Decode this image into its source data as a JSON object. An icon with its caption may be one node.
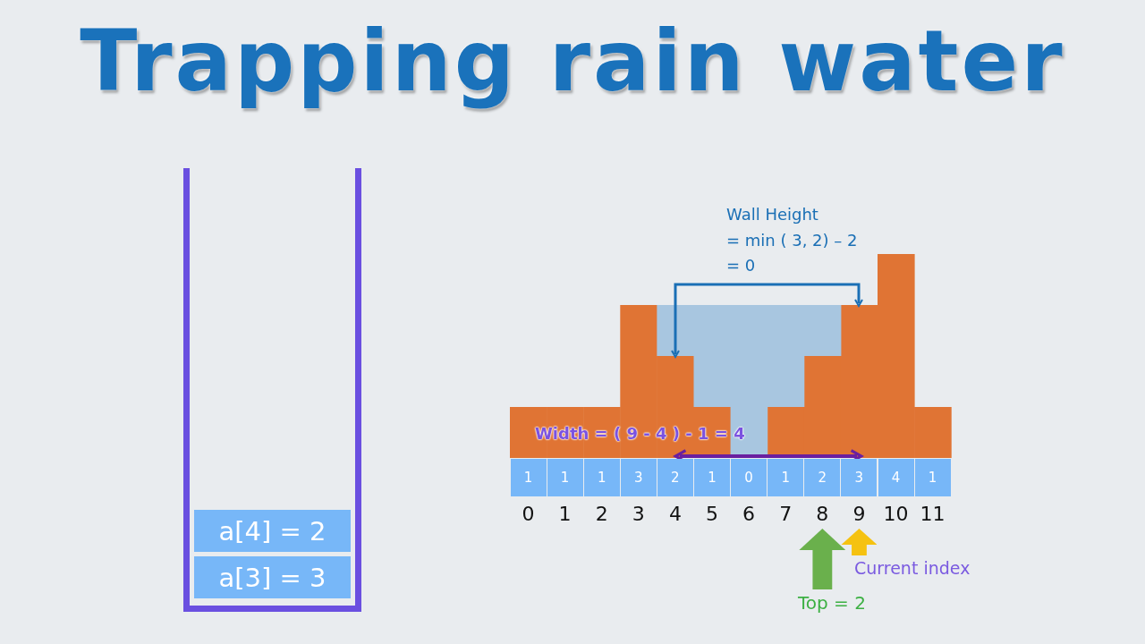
{
  "diagram": {
    "title": "Trapping rain water",
    "nodes": [
      {
        "text": [],
        "shape": "box"
      },
      {
        "text": [
          "a[4] = 2"
        ],
        "in": 0
      },
      {
        "text": [
          "a[3] = 3"
        ],
        "in": 0
      },
      {
        "text": [
          "0"
        ]
      },
      {
        "text": [
          "1"
        ]
      },
      {
        "text": [
          "2"
        ]
      },
      {
        "text": [
          "3"
        ]
      },
      {
        "text": [
          "4"
        ]
      },
      {
        "text": [
          "5"
        ]
      },
      {
        "text": [
          "6"
        ]
      },
      {
        "text": [
          "7"
        ]
      },
      {
        "text": [
          "8"
        ]
      },
      {
        "text": [
          "9"
        ]
      },
      {
        "text": [
          "10"
        ]
      },
      {
        "text": [
          "11"
        ]
      },
      {
        "text": [
          "Current index"
        ]
      },
      {
        "text": [
          "Top = 2"
        ]
      }
    ],
    "edges": [
      {
        "from": 16,
        "to": 11,
        "arrow": "to",
        "color": "#6ab04c"
      },
      {
        "from": 15,
        "to": 12,
        "arrow": "to",
        "color": "#f5c211"
      }
    ],
    "labels": [
      "Wall Height",
      "= min ( 3, 2) – 2",
      "= 0",
      "Width = ( 9 - 4 ) - 1 = 4",
      "1",
      "1",
      "1",
      "3",
      "2",
      "1",
      "0",
      "1",
      "2",
      "3",
      "4",
      "1"
    ]
  }
}
